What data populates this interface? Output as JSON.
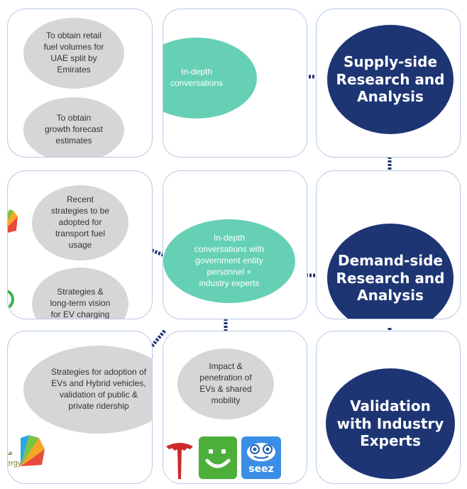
{
  "top": {
    "grey_1": "To obtain retail\nfuel volumes for\nUAE split by\nEmirates",
    "grey_2": "To obtain\ngrowth forecast\nestimates",
    "teal": "In-depth\nconversations",
    "navy": "Supply-side\nResearch and\nAnalysis"
  },
  "middle": {
    "grey_1": "Recent\nstrategies to be\nadopted for\ntransport fuel\nusage",
    "grey_2": "Strategies &\nlong-term vision\nfor EV charging",
    "teal": "In-depth\nconversations with\ngovernment entity\npersonnel +\nindustry experts",
    "navy": "Demand-side\nResearch and\nAnalysis"
  },
  "bottom": {
    "grey_1": "Strategies for adoption of\nEVs and Hybrid vehicles,\nvalidation of public &\nprivate ridership",
    "grey_2": "Impact &\npenetration of\nEVs & shared\nmobility",
    "navy": "Validation\nwith Industry\nExperts",
    "logo_fragment": "ergy",
    "seez_label": "seez"
  },
  "colors": {
    "navy": "#1e3574",
    "teal": "#66d0b5",
    "grey": "#d6d6d6",
    "tile_border": "#b9cbe6"
  },
  "icons": [
    "sunburst-logo",
    "ring-logo",
    "tesla-logo",
    "careem-logo",
    "seez-logo"
  ]
}
